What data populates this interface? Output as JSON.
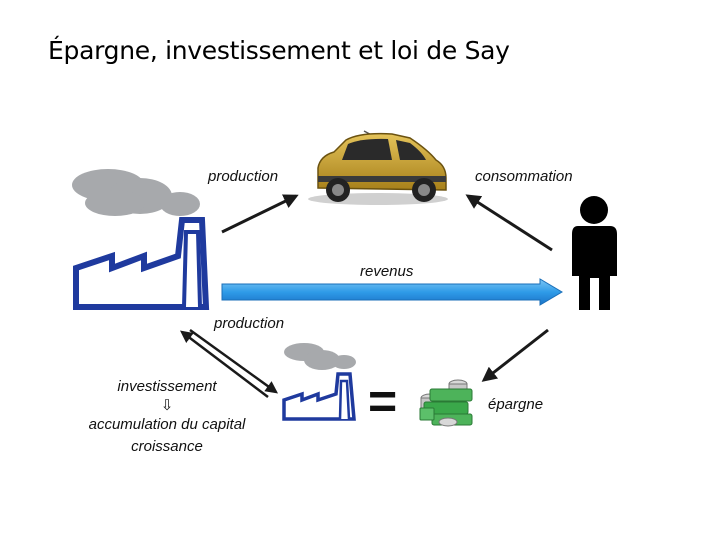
{
  "title": "Épargne, investissement et loi de Say",
  "labels": {
    "production_top": "production",
    "consommation": "consommation",
    "revenus": "revenus",
    "production_bottom": "production",
    "investissement": "investissement",
    "down_arrow": "⇩",
    "accumulation": "accumulation du capital",
    "croissance": "croissance",
    "epargne": "épargne",
    "equals": "="
  },
  "colors": {
    "arrow": "#1a1a1a",
    "revenus_arrow": "#2f9be8",
    "factory": "#1f3a9e",
    "smoke": "#a7a9ac",
    "car_body": "#c9a227",
    "money": "#3aa84a",
    "person": "#000000"
  },
  "icons": {
    "car": "car-icon",
    "person": "person-icon",
    "factory_large": "factory-icon",
    "factory_small": "factory-icon",
    "money": "money-stack-icon"
  }
}
